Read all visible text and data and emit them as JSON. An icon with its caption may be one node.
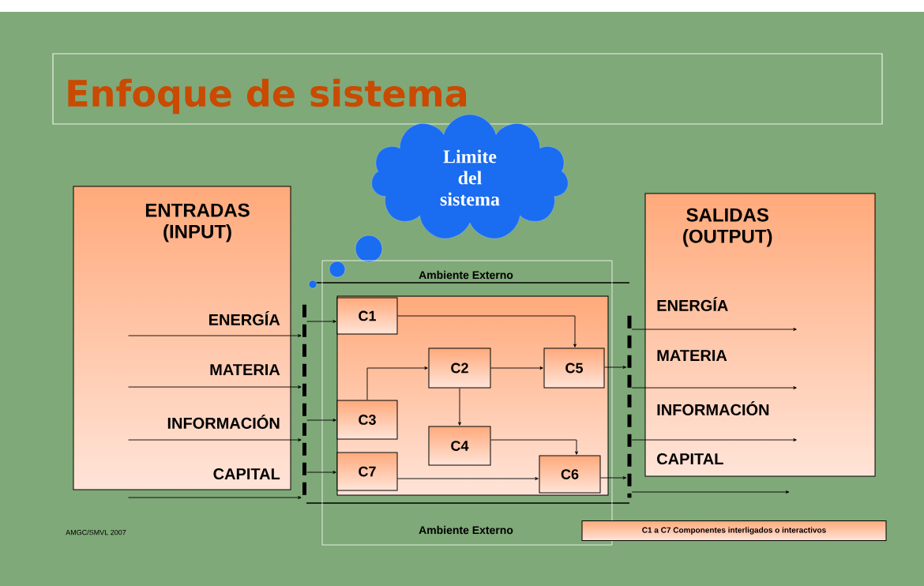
{
  "diagram": {
    "title": "Enfoque de sistema",
    "nodes": [
      {
        "text": [
          "ENTRADAS (INPUT)",
          "ENERGÍA",
          "MATERIA",
          "INFORMACIÓN",
          "CAPITAL"
        ]
      },
      {
        "text": [
          "Limite del sistema"
        ]
      },
      {
        "text": [
          "SALIDAS (OUTPUT)",
          "ENERGÍA",
          "MATERIA",
          "INFORMACIÓN",
          "CAPITAL"
        ]
      },
      {
        "text": [
          "Ambiente Externo",
          "Ambiente Externo"
        ]
      },
      {
        "text": [],
        "shape": "bar"
      },
      {
        "text": [],
        "shape": "box",
        "in": 3
      },
      {
        "text": [
          "C1"
        ],
        "in": 5
      },
      {
        "text": [
          "C2"
        ],
        "in": 5
      },
      {
        "text": [
          "C5"
        ],
        "in": 5
      },
      {
        "text": [
          "C3"
        ],
        "in": 5
      },
      {
        "text": [
          "C4"
        ],
        "in": 5
      },
      {
        "text": [
          "C7"
        ],
        "in": 5
      },
      {
        "text": [
          "C6"
        ],
        "in": 5
      },
      {
        "text": [],
        "shape": "bar"
      }
    ],
    "edges": [
      {
        "from": 0,
        "to": 4,
        "arrow": "to"
      },
      {
        "from": 0,
        "to": 4,
        "arrow": "to"
      },
      {
        "from": 0,
        "to": 4,
        "arrow": "to"
      },
      {
        "from": 0,
        "to": 4,
        "arrow": "to"
      },
      {
        "from": 4,
        "to": 6,
        "arrow": "to"
      },
      {
        "from": 4,
        "to": 9,
        "arrow": "to"
      },
      {
        "from": 4,
        "to": 11,
        "arrow": "to"
      },
      {
        "from": 6,
        "to": 8,
        "arrow": "to"
      },
      {
        "from": 9,
        "to": 7,
        "arrow": "to"
      },
      {
        "from": 7,
        "to": 8,
        "arrow": "to"
      },
      {
        "from": 7,
        "to": 10,
        "arrow": "to"
      },
      {
        "from": 10,
        "to": 12,
        "arrow": "to"
      },
      {
        "from": 11,
        "to": 12,
        "arrow": "to"
      },
      {
        "from": 8,
        "to": 13,
        "arrow": "to"
      },
      {
        "from": 12,
        "to": 13,
        "arrow": "to"
      },
      {
        "from": 13,
        "to": 2,
        "arrow": "to"
      },
      {
        "from": 13,
        "to": 2,
        "arrow": "to"
      },
      {
        "from": 13,
        "to": 2,
        "arrow": "to"
      },
      {
        "from": 13,
        "to": null,
        "arrow": "to"
      }
    ],
    "labels": [
      "AMGC/SMVL 2007",
      "C1 a C7 Componentes interligados o interactivos"
    ]
  }
}
